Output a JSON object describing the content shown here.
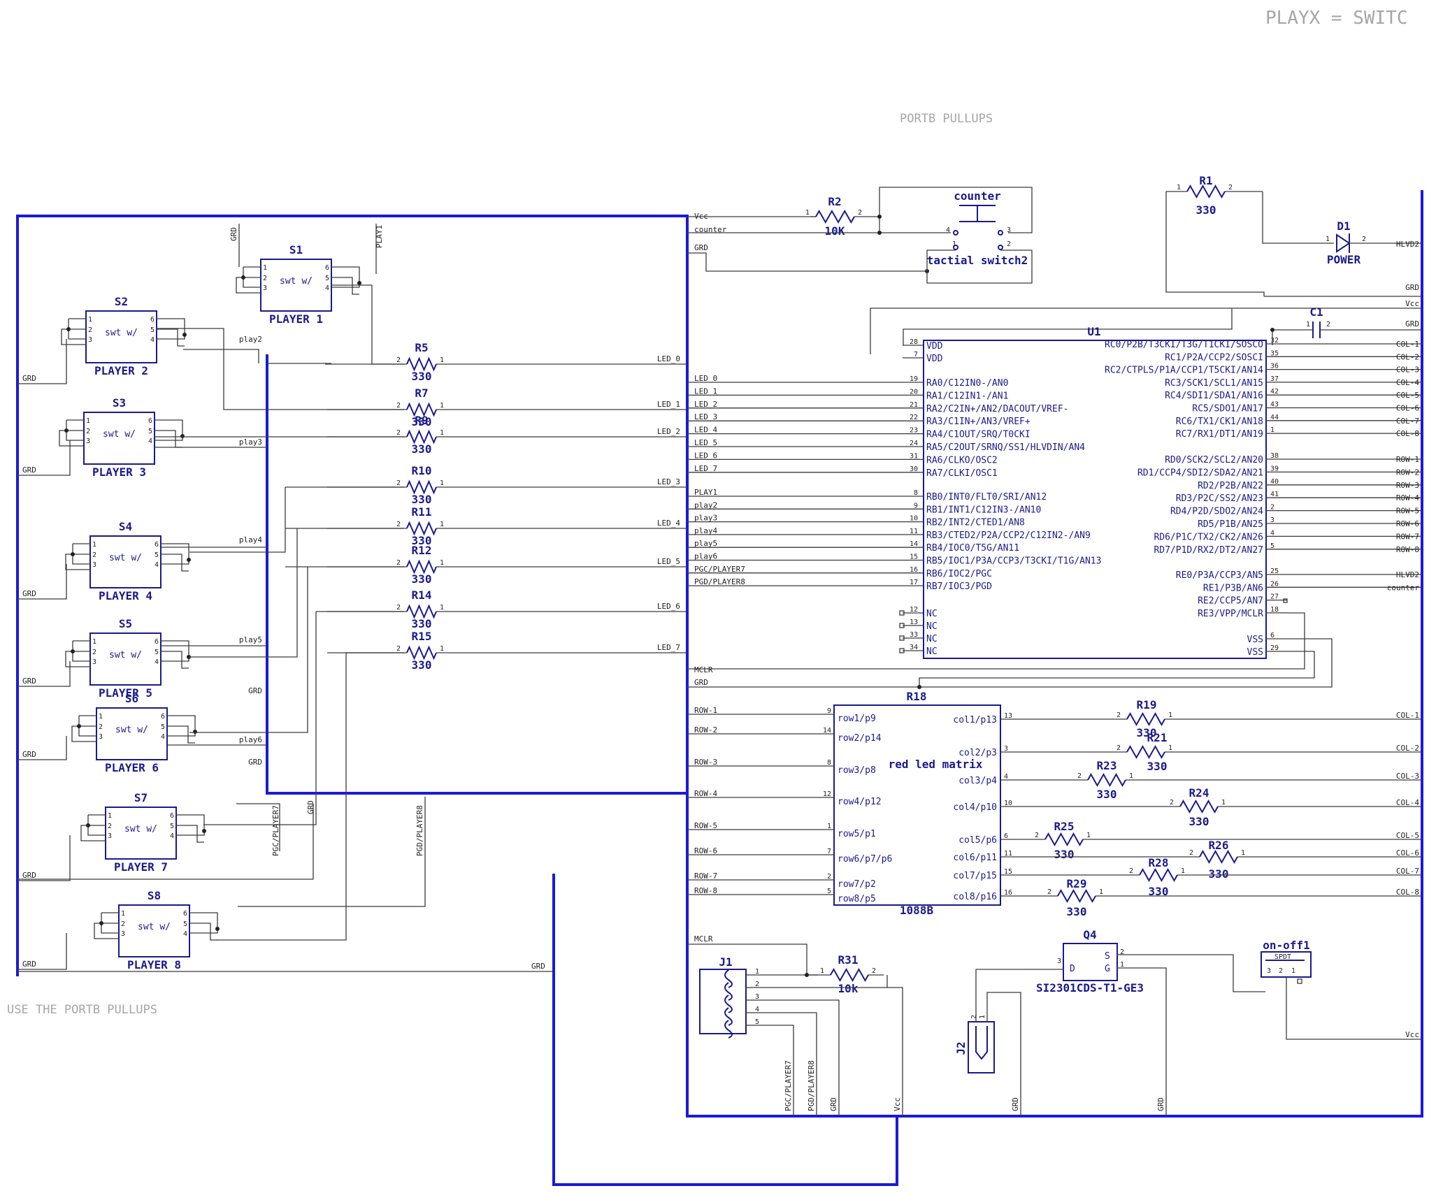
{
  "notes": {
    "top_right": "PLAYX  =  SWITC",
    "portb": "PORTB PULLUPS",
    "use_portb": "USE THE PORTB PULLUPS"
  },
  "switches": [
    {
      "ref": "S1",
      "body": "swt w/",
      "name": "PLAYER 1"
    },
    {
      "ref": "S2",
      "body": "swt w/",
      "name": "PLAYER 2"
    },
    {
      "ref": "S3",
      "body": "swt w/",
      "name": "PLAYER 3"
    },
    {
      "ref": "S4",
      "body": "swt w/",
      "name": "PLAYER 4"
    },
    {
      "ref": "S5",
      "body": "swt w/",
      "name": "PLAYER 5"
    },
    {
      "ref": "S6",
      "body": "swt w/",
      "name": "PLAYER 6"
    },
    {
      "ref": "S7",
      "body": "swt w/",
      "name": "PLAYER 7"
    },
    {
      "ref": "S8",
      "body": "swt w/",
      "name": "PLAYER 8"
    }
  ],
  "switch_pins": [
    "1",
    "2",
    "3",
    "6",
    "5",
    "4"
  ],
  "led_resistors": [
    {
      "ref": "R5",
      "val": "330",
      "net": "LED_0"
    },
    {
      "ref": "R7",
      "val": "330",
      "net": "LED_1"
    },
    {
      "ref": "R9",
      "val": "330",
      "net": "LED_2"
    },
    {
      "ref": "R10",
      "val": "330",
      "net": "LED_3"
    },
    {
      "ref": "R11",
      "val": "330",
      "net": "LED_4"
    },
    {
      "ref": "R12",
      "val": "330",
      "net": "LED_5"
    },
    {
      "ref": "R14",
      "val": "330",
      "net": "LED_6"
    },
    {
      "ref": "R15",
      "val": "330",
      "net": "LED_7"
    }
  ],
  "resistor_pins": [
    "2",
    "1"
  ],
  "left_nets": {
    "grd": "GRD",
    "play1": "PLAY1",
    "play2": "play2",
    "play3": "play3",
    "play4": "play4",
    "play5": "play5",
    "play6": "play6",
    "pgc7": "PGC/PLAYER7",
    "pgd8": "PGD/PLAYER8"
  },
  "r2": {
    "ref": "R2",
    "val": "10K",
    "p1": "1",
    "p2": "2"
  },
  "counter_sw": {
    "title": "counter",
    "name": "tactial switch2",
    "p4": "4",
    "p3": "3",
    "p1": "1",
    "p2": "2"
  },
  "r1": {
    "ref": "R1",
    "val": "330",
    "p1": "1",
    "p2": "2"
  },
  "d1": {
    "ref": "D1",
    "name": "POWER",
    "p1": "1",
    "p2": "2"
  },
  "c1": {
    "ref": "C1",
    "p1": "1",
    "p2": "2"
  },
  "top_nets": [
    "Vcc",
    "counter",
    "GRD"
  ],
  "right_top_nets": [
    "HLVD2",
    "GRD",
    "Vcc",
    "GRD"
  ],
  "u1": {
    "ref": "U1",
    "left_top": [
      {
        "pin": "28",
        "name": "VDD"
      },
      {
        "pin": "7",
        "name": "VDD"
      }
    ],
    "left_a": [
      {
        "pin": "19",
        "name": "RA0/C12IN0-/AN0",
        "net": "LED_0"
      },
      {
        "pin": "20",
        "name": "RA1/C12IN1-/AN1",
        "net": "LED_1"
      },
      {
        "pin": "21",
        "name": "RA2/C2IN+/AN2/DACOUT/VREF-",
        "net": "LED_2"
      },
      {
        "pin": "22",
        "name": "RA3/C1IN+/AN3/VREF+",
        "net": "LED_3"
      },
      {
        "pin": "23",
        "name": "RA4/C1OUT/SRQ/T0CKI",
        "net": "LED_4"
      },
      {
        "pin": "24",
        "name": "RA5/C2OUT/SRNQ/SS1/HLVDIN/AN4",
        "net": "LED_5"
      },
      {
        "pin": "31",
        "name": "RA6/CLKO/OSC2",
        "net": "LED_6"
      },
      {
        "pin": "30",
        "name": "RA7/CLKI/OSC1",
        "net": "LED_7"
      }
    ],
    "left_b": [
      {
        "pin": "8",
        "name": "RB0/INT0/FLT0/SRI/AN12",
        "net": "PLAY1"
      },
      {
        "pin": "9",
        "name": "RB1/INT1/C12IN3-/AN10",
        "net": "play2"
      },
      {
        "pin": "10",
        "name": "RB2/INT2/CTED1/AN8",
        "net": "play3"
      },
      {
        "pin": "11",
        "name": "RB3/CTED2/P2A/CCP2/C12IN2-/AN9",
        "net": "play4"
      },
      {
        "pin": "14",
        "name": "RB4/IOC0/T5G/AN11",
        "net": "play5"
      },
      {
        "pin": "15",
        "name": "RB5/IOC1/P3A/CCP3/T3CKI/T1G/AN13",
        "net": "play6"
      },
      {
        "pin": "16",
        "name": "RB6/IOC2/PGC",
        "net": "PGC/PLAYER7"
      },
      {
        "pin": "17",
        "name": "RB7/IOC3/PGD",
        "net": "PGD/PLAYER8"
      }
    ],
    "left_nc": [
      {
        "pin": "12",
        "name": "NC"
      },
      {
        "pin": "13",
        "name": "NC"
      },
      {
        "pin": "33",
        "name": "NC"
      },
      {
        "pin": "34",
        "name": "NC"
      }
    ],
    "right_c": [
      {
        "pin": "32",
        "name": "RC0/P2B/T3CKI/T3G/T1CKI/SOSCO",
        "net": "COL-1"
      },
      {
        "pin": "35",
        "name": "RC1/P2A/CCP2/SOSCI",
        "net": "COL-2"
      },
      {
        "pin": "36",
        "name": "RC2/CTPLS/P1A/CCP1/T5CKI/AN14",
        "net": "COL-3"
      },
      {
        "pin": "37",
        "name": "RC3/SCK1/SCL1/AN15",
        "net": "COL-4"
      },
      {
        "pin": "42",
        "name": "RC4/SDI1/SDA1/AN16",
        "net": "COL-5"
      },
      {
        "pin": "43",
        "name": "RC5/SDO1/AN17",
        "net": "COL-6"
      },
      {
        "pin": "44",
        "name": "RC6/TX1/CK1/AN18",
        "net": "COL-7"
      },
      {
        "pin": "1",
        "name": "RC7/RX1/DT1/AN19",
        "net": "COL-8"
      }
    ],
    "right_d": [
      {
        "pin": "38",
        "name": "RD0/SCK2/SCL2/AN20",
        "net": "ROW-1"
      },
      {
        "pin": "39",
        "name": "RD1/CCP4/SDI2/SDA2/AN21",
        "net": "ROW-2"
      },
      {
        "pin": "40",
        "name": "RD2/P2B/AN22",
        "net": "ROW-3"
      },
      {
        "pin": "41",
        "name": "RD3/P2C/SS2/AN23",
        "net": "ROW-4"
      },
      {
        "pin": "2",
        "name": "RD4/P2D/SDO2/AN24",
        "net": "ROW-5"
      },
      {
        "pin": "3",
        "name": "RD5/P1B/AN25",
        "net": "ROW-6"
      },
      {
        "pin": "4",
        "name": "RD6/P1C/TX2/CK2/AN26",
        "net": "ROW-7"
      },
      {
        "pin": "5",
        "name": "RD7/P1D/RX2/DT2/AN27",
        "net": "ROW-8"
      }
    ],
    "right_e": [
      {
        "pin": "25",
        "name": "RE0/P3A/CCP3/AN5",
        "net": "HLVD2"
      },
      {
        "pin": "26",
        "name": "RE1/P3B/AN6",
        "net": "counter"
      },
      {
        "pin": "27",
        "name": "RE2/CCP5/AN7",
        "net": ""
      },
      {
        "pin": "18",
        "name": "RE3/VPP/MCLR",
        "net": ""
      }
    ],
    "right_vss": [
      {
        "pin": "6",
        "name": "VSS"
      },
      {
        "pin": "29",
        "name": "VSS"
      }
    ]
  },
  "u1_nets": {
    "mclr": "MCLR",
    "grd": "GRD"
  },
  "r18": {
    "ref": "R18",
    "title": "red led matrix",
    "part": "1088B",
    "left": [
      {
        "net": "ROW-1",
        "pin": "9",
        "name": "row1/p9"
      },
      {
        "net": "ROW-2",
        "pin": "14",
        "name": "row2/p14"
      },
      {
        "net": "ROW-3",
        "pin": "8",
        "name": "row3/p8"
      },
      {
        "net": "ROW-4",
        "pin": "12",
        "name": "row4/p12"
      },
      {
        "net": "ROW-5",
        "pin": "1",
        "name": "row5/p1"
      },
      {
        "net": "ROW-6",
        "pin": "7",
        "name": "row6/p7/p6"
      },
      {
        "net": "ROW-7",
        "pin": "2",
        "name": "row7/p2"
      },
      {
        "net": "ROW-8",
        "pin": "5",
        "name": "row8/p5"
      }
    ],
    "right": [
      {
        "pin": "13",
        "name": "col1/p13",
        "ref": "R19",
        "val": "330",
        "net": "COL-1"
      },
      {
        "pin": "3",
        "name": "col2/p3",
        "ref": "R21",
        "val": "330",
        "net": "COL-2"
      },
      {
        "pin": "4",
        "name": "col3/p4",
        "ref": "R23",
        "val": "330",
        "net": "COL-3"
      },
      {
        "pin": "10",
        "name": "col4/p10",
        "ref": "R24",
        "val": "330",
        "net": "COL-4"
      },
      {
        "pin": "6",
        "name": "col5/p6",
        "ref": "R25",
        "val": "330",
        "net": "COL-5"
      },
      {
        "pin": "11",
        "name": "col6/p11",
        "ref": "R26",
        "val": "330",
        "net": "COL-6"
      },
      {
        "pin": "15",
        "name": "col7/p15",
        "ref": "R28",
        "val": "330",
        "net": "COL-7"
      },
      {
        "pin": "16",
        "name": "col8/p16",
        "ref": "R29",
        "val": "330",
        "net": "COL-8"
      }
    ]
  },
  "j1": {
    "ref": "J1",
    "pins": [
      "1",
      "2",
      "3",
      "4",
      "5"
    ]
  },
  "r31": {
    "ref": "R31",
    "val": "10k",
    "p1": "1",
    "p2": "2"
  },
  "q4": {
    "ref": "Q4",
    "part": "SI2301CDS-T1-GE3",
    "d": "D",
    "s": "S",
    "g": "G",
    "p3": "3",
    "p2": "2",
    "p1": "1"
  },
  "onoff": {
    "ref": "on-off1",
    "type": "SPDT",
    "p3": "3",
    "p2": "2",
    "p1": "1"
  },
  "j2": {
    "ref": "J2",
    "p1": "1",
    "p2": "2"
  },
  "bottom_nets": {
    "mclr": "MCLR",
    "pgc": "PGC/PLAYER7",
    "pgd": "PGD/PLAYER8",
    "grd": "GRD",
    "vcc": "Vcc",
    "grd2": "GRD",
    "grd3": "GRD",
    "vcc2": "Vcc"
  }
}
